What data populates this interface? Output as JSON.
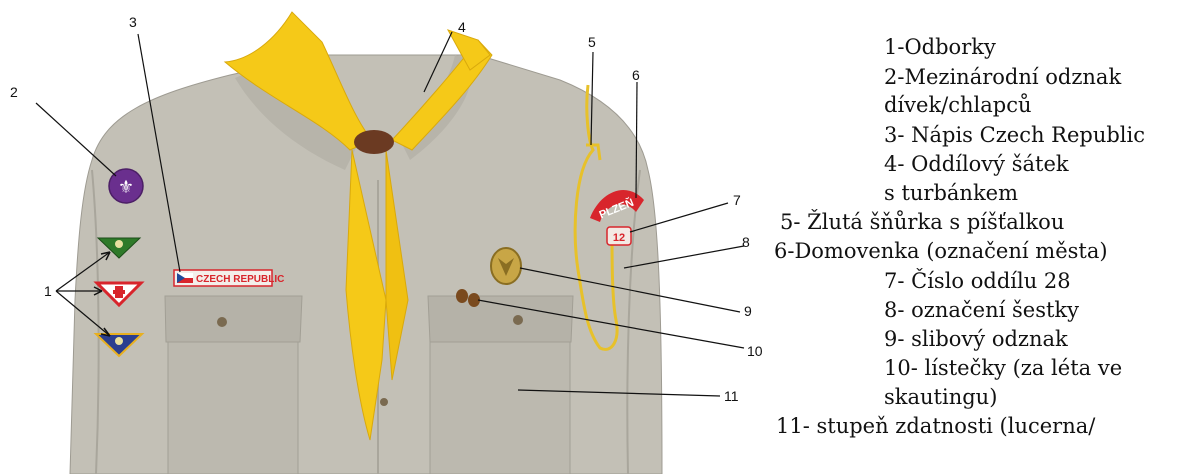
{
  "diagram": {
    "callouts": [
      "1",
      "2",
      "3",
      "4",
      "5",
      "6",
      "7",
      "8",
      "9",
      "10",
      "11"
    ],
    "badges": {
      "czech_republic": "CZECH REPUBLIC",
      "city": "PLZEŇ",
      "troop_number": "12"
    },
    "legend": [
      "1-Odborky",
      "2-Mezinárodní odznak",
      "dívek/chlapců",
      "3- Nápis Czech Republic",
      "4- Oddílový šátek",
      "s turbánkem",
      "5- Žlutá šňůrka s píšťalkou",
      "6-Domovenka (označení města)",
      "7- Číslo oddílu 28",
      "8- označení šestky",
      "9- slibový odznak",
      "10- lístečky (za léta ve",
      "skautingu)",
      "11- stupeň zdatnosti (lucerna/"
    ]
  },
  "colors": {
    "shirt": "#c3c0b6",
    "shirt_shadow": "#a9a69c",
    "scarf": "#f5c918",
    "scarf_edge": "#d9a90c",
    "woggle": "#6b3a22",
    "badge_red": "#d8252c",
    "badge_blue": "#2b3f8f",
    "badge_green": "#2f7a2a",
    "badge_purple": "#6a2f8e",
    "promise_badge": "#c8a646"
  }
}
